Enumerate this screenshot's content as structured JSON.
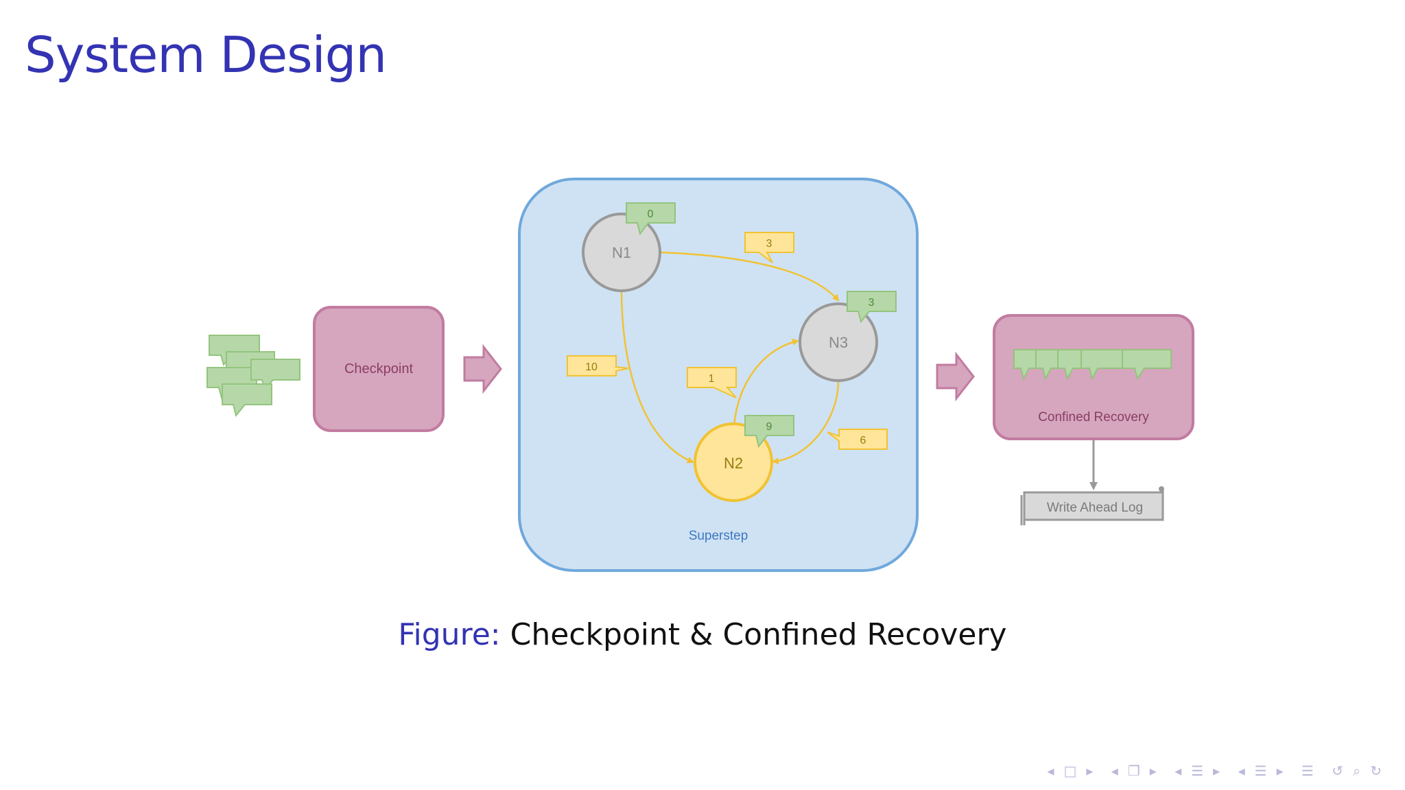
{
  "slide": {
    "title": "System Design"
  },
  "diagram": {
    "checkpoint_label": "Checkpoint",
    "superstep_label": "Superstep",
    "confined_recovery_label": "Confined Recovery",
    "write_ahead_log_label": "Write Ahead Log",
    "nodes": [
      {
        "id": "N1",
        "label": "N1",
        "message": "0"
      },
      {
        "id": "N2",
        "label": "N2",
        "message": "9"
      },
      {
        "id": "N3",
        "label": "N3",
        "message": "3"
      }
    ],
    "edges": [
      {
        "from": "N1",
        "to": "N3",
        "weight": "3"
      },
      {
        "from": "N1",
        "to": "N2",
        "weight": "10"
      },
      {
        "from": "N2",
        "to": "N3",
        "weight": "1"
      },
      {
        "from": "N3",
        "to": "N2",
        "weight": "6"
      }
    ],
    "colors": {
      "superstep_fill": "#cfe2f3",
      "superstep_border": "#6fa8dc",
      "pink_fill": "#d5a6bd",
      "pink_border": "#c27ba0",
      "green_fill": "#b6d7a8",
      "green_border": "#93c47d",
      "yellow_fill": "#ffe599",
      "yellow_border": "#f1c232",
      "gray_fill": "#d9d9d9",
      "gray_border": "#999999",
      "title_color": "#3333b3"
    }
  },
  "caption": {
    "label": "Figure:",
    "text": "Checkpoint & Confined Recovery"
  },
  "nav": {
    "icons": [
      "prev-frame-icon",
      "frame-icon",
      "next-frame-icon",
      "prev-subsection-icon",
      "subsection-icon",
      "next-subsection-icon",
      "prev-section-icon",
      "section-icon",
      "next-section-icon",
      "prev-slide-icon",
      "slide-icon",
      "next-slide-icon",
      "toc-icon",
      "back-icon",
      "search-icon",
      "forward-icon"
    ]
  }
}
